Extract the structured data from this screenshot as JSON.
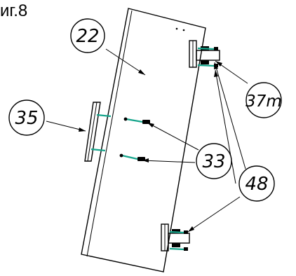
{
  "figure": {
    "label": "иг.8"
  },
  "callouts": [
    {
      "id": "door",
      "text": "22"
    },
    {
      "id": "side",
      "text": "35"
    },
    {
      "id": "hinge-top",
      "text": "37m"
    },
    {
      "id": "screws",
      "text": "33"
    },
    {
      "id": "fasteners",
      "text": "48"
    }
  ]
}
